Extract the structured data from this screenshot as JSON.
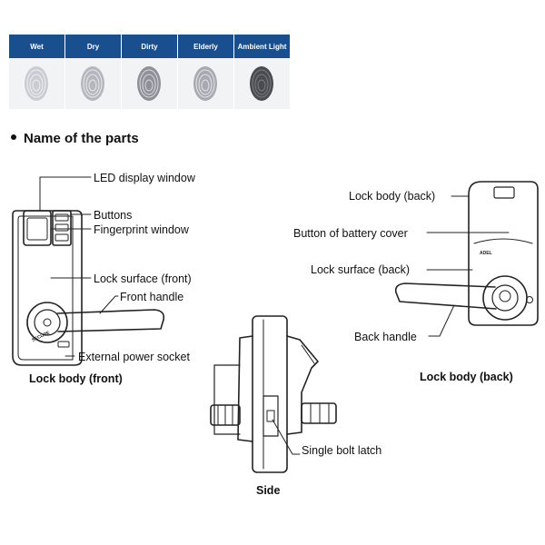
{
  "conditions": [
    {
      "label": "Wet",
      "tone": "#c9ccd2"
    },
    {
      "label": "Dry",
      "tone": "#b4b7bd"
    },
    {
      "label": "Dirty",
      "tone": "#8e9198"
    },
    {
      "label": "Elderly",
      "tone": "#a7aab0"
    },
    {
      "label": "Ambient Light",
      "tone": "#4a4c52"
    }
  ],
  "section_title": "Name of the parts",
  "front": {
    "caption": "Lock body (front)",
    "labels": {
      "led": "LED display window",
      "buttons": "Buttons",
      "fingerprint": "Fingerprint window",
      "surface": "Lock surface (front)",
      "handle": "Front handle",
      "power": "External power socket"
    }
  },
  "back": {
    "caption": "Lock body (back)",
    "labels": {
      "body": "Lock body (back)",
      "battery": "Button of battery cover",
      "surface": "Lock surface (back)",
      "handle": "Back handle"
    }
  },
  "side": {
    "caption": "Side",
    "labels": {
      "latch": "Single bolt latch"
    }
  },
  "colors": {
    "header_blue": "#1a4f8f",
    "line": "#222222"
  }
}
